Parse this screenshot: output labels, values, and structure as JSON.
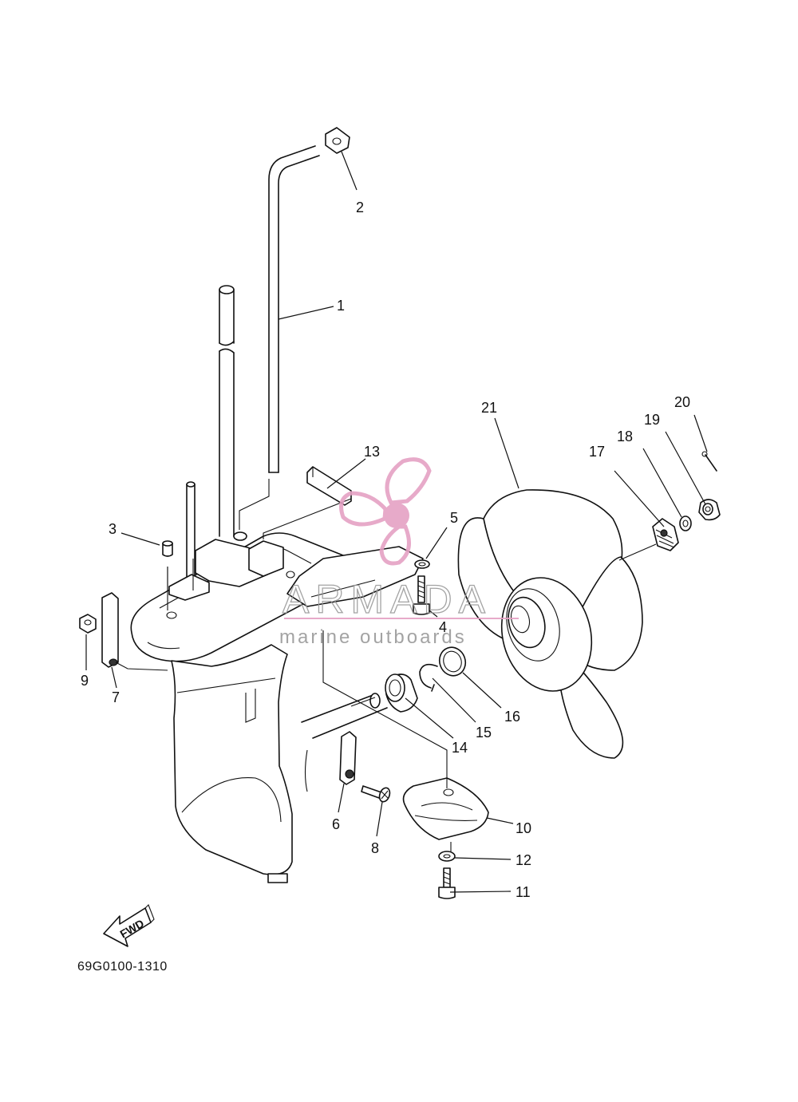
{
  "diagram": {
    "part_code": "69G0100-1310",
    "direction_badge": "FWD",
    "callouts": [
      "1",
      "2",
      "3",
      "4",
      "5",
      "6",
      "7",
      "8",
      "9",
      "10",
      "11",
      "12",
      "13",
      "14",
      "15",
      "16",
      "17",
      "18",
      "19",
      "20",
      "21"
    ]
  },
  "watermark": {
    "brand": "ARMADA",
    "tagline": "marine outboards",
    "logo_icon": "propeller-logo-icon",
    "accent_color": "#e5a1c4"
  }
}
